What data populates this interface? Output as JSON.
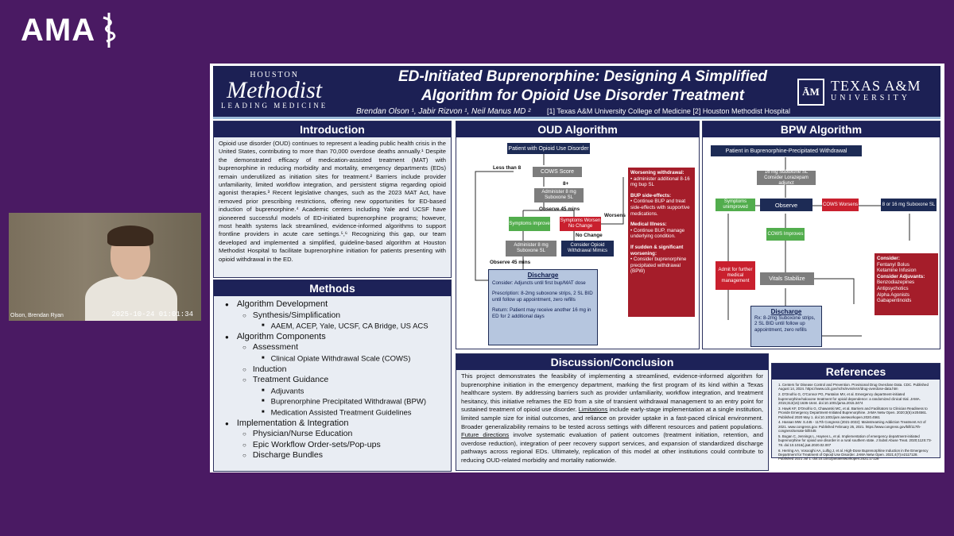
{
  "brand": {
    "logo_text": "AMA"
  },
  "video": {
    "participant": "Olson, Brendan Ryan",
    "timestamp": "2025-10-24 01:01:34"
  },
  "poster": {
    "institution_left": {
      "line1": "HOUSTON",
      "line2": "Methodist",
      "line3": "LEADING MEDICINE"
    },
    "title_line1": "ED-Initiated Buprenorphine: Designing A Simplified",
    "title_line2": "Algorithm for Opioid Use Disorder Treatment",
    "authors": "Brendan Olson ¹, Jabir Rizvon ¹, Neil Manus MD ²",
    "affiliations": "[1] Texas A&M University College of Medicine [2] Houston Methodist Hospital",
    "institution_right": {
      "mark": "ĀM",
      "line1": "TEXAS A&M",
      "line2": "UNIVERSITY"
    }
  },
  "intro": {
    "heading": "Introduction",
    "text": "Opioid use disorder (OUD) continues to represent a leading public health crisis in the United States, contributing to more than 70,000 overdose deaths annually.¹ Despite the demonstrated efficacy of medication-assisted treatment (MAT) with buprenorphine in reducing morbidity and mortality, emergency departments (EDs) remain underutilized as initiation sites for treatment.² Barriers include provider unfamiliarity, limited workflow integration, and persistent stigma regarding opioid agonist therapies.³ Recent legislative changes, such as the 2023 MAT Act, have removed prior prescribing restrictions, offering new opportunities for ED-based induction of buprenorphine.⁴ Academic centers including Yale and UCSF have pioneered successful models of ED-initiated buprenorphine programs; however, most health systems lack streamlined, evidence-informed algorithms to support frontline providers in acute care settings.⁵,⁶ Recognizing this gap, our team developed and implemented a simplified, guideline-based algorithm at Houston Methodist Hospital to facilitate buprenorphine initiation for patients presenting with opioid withdrawal in the ED."
  },
  "methods": {
    "heading": "Methods",
    "items": [
      {
        "lvl": "l1",
        "text": "Algorithm Development"
      },
      {
        "lvl": "l2",
        "text": "Synthesis/Simplification"
      },
      {
        "lvl": "l3",
        "text": "AAEM, ACEP, Yale, UCSF, CA Bridge, US ACS"
      },
      {
        "lvl": "l1",
        "text": "Algorithm Components"
      },
      {
        "lvl": "l2",
        "text": "Assessment"
      },
      {
        "lvl": "l3",
        "text": "Clinical Opiate Withdrawal Scale (COWS)"
      },
      {
        "lvl": "l2",
        "text": "Induction"
      },
      {
        "lvl": "l2",
        "text": "Treatment Guidance"
      },
      {
        "lvl": "l3",
        "text": "Adjuvants"
      },
      {
        "lvl": "l3",
        "text": "Buprenorphine Precipitated Withdrawal (BPW)"
      },
      {
        "lvl": "l3",
        "text": "Medication Assisted Treatment Guidelines"
      },
      {
        "lvl": "l1",
        "text": "Implementation & Integration"
      },
      {
        "lvl": "l2",
        "text": "Physician/Nurse Education"
      },
      {
        "lvl": "l2",
        "text": "Epic Workflow Order-sets/Pop-ups"
      },
      {
        "lvl": "l2",
        "text": "Discharge Bundles"
      }
    ]
  },
  "oud": {
    "heading": "OUD Algorithm",
    "start": "Patient with Opioid Use Disorder",
    "cows": "COWS Score",
    "less8": "Less than 8",
    "eight_plus": "8+",
    "admin8": "Administer 8 mg Suboxone SL",
    "obs45": "Observe 45 mins",
    "improve": "Symptoms improve",
    "worsen": "Symptoms Worsen No Change",
    "worsens": "Worsens",
    "nochange": "No Change",
    "admin8b": "Administer 8 mg Suboxone SL",
    "mimics": "Consider Opioid Withdrawal Mimics",
    "obs45b": "Observe 45 mins",
    "discharge_title": "Discharge",
    "discharge_consider": "Consider: Adjuncts until first bup/MAT dose",
    "discharge_rx": "Prescription: 8-2mg suboxone strips, 2 SL BID until follow up appointment, zero refills",
    "discharge_return": "Return: Patient may receive another 16 mg in ED for 2 additional days",
    "side_worsening_t": "Worsening withdrawal:",
    "side_worsening": "• administer additional 8-16 mg bup SL",
    "side_bup_t": "BUP side-effects:",
    "side_bup": "• Continue BUP and treat side-effects with supportive medications.",
    "side_med_t": "Medical Illness:",
    "side_med": "• Continue BUP, manage underlying condition.",
    "side_sudden_t": "If sudden & significant worsening:",
    "side_sudden": "• Consider buprenorphine precipitated withdrawal (BPW)"
  },
  "bpw": {
    "heading": "BPW Algorithm",
    "start": "Patient in Buprenorphine-Precipitated Withdrawal",
    "step1": "16 mg Suboxone SL Consider Lorazepam adjunct",
    "unimproved": "Symptoms unimproved",
    "observe": "Observe",
    "cows_worsens": "COWS Worsens",
    "more_bup": "8 or 16 mg Suboxone SL",
    "cows_improves": "COWS Improves",
    "admit": "Admit for further medical management",
    "vitals": "Vitals Stabilize",
    "consider_t": "Consider:",
    "consider": [
      "Fentanyl Bolus",
      "Ketamine Infusion"
    ],
    "adjuvants_t": "Consider Adjuvants:",
    "adjuvants": [
      "Benzodiazepines",
      "Antipsychotics",
      "Alpha Agonists",
      "Gabapentinoids"
    ],
    "discharge_title": "Discharge",
    "discharge_rx": "Rx: 8-2mg Suboxone strips, 2 SL BID until follow up appointment, zero refills"
  },
  "discussion": {
    "heading": "Discussion/Conclusion",
    "text_a": "This project demonstrates the feasibility of implementing a streamlined, evidence-informed algorithm for buprenorphine initiation in the emergency department, marking the first program of its kind within a Texas healthcare system. By addressing barriers such as provider unfamiliarity, workflow integration, and treatment hesitancy, this initiative reframes the ED from a site of transient withdrawal management to an entry point for sustained treatment of opioid use disorder. ",
    "lim": "Limitations",
    "text_b": " include early-stage implementation at a single institution, limited sample size for initial outcomes, and reliance on provider uptake in a fast-paced clinical environment. Broader generalizability remains to be tested across settings with different resources and patient populations. ",
    "fut": "Future directions",
    "text_c": " involve systematic evaluation of patient outcomes (treatment initiation, retention, and overdose reduction), integration of peer recovery support services, and expansion of standardized discharge pathways across regional EDs. Ultimately, replication of this model at other institutions could contribute to reducing OUD-related morbidity and mortality nationwide."
  },
  "references": {
    "heading": "References",
    "items": [
      "1. Centers for Disease Control and Prevention. Provisional Drug Overdose Data. CDC. Published August 14, 2024. https://www.cdc.gov/nchs/nvss/vsrr/drug-overdose-data.htm",
      "2. D'Onofrio G, O'Connor PG, Pantalon MV, et al. Emergency department-initiated buprenorphine/naloxone treatment for opioid dependence: a randomized clinical trial. JAMA. 2015;313(16):1636-1644. doi:10.1001/jama.2015.3474",
      "3. Hawk KF, D'Onofrio G, Chawarski MC, et al. Barriers and Facilitators to Clinician Readiness to Provide Emergency Department-Initiated Buprenorphine. JAMA Netw Open. 2020;3(5):e204561. Published 2020 May 1. doi:10.1001/jam anetworkopen.2020.4561",
      "4. Hassan MW. S.445 - 117th Congress (2021-2022): Mainstreaming Addiction Treatment Act of 2021. www.congress.gov. Published February 25, 2021. https://www.congress.gov/bill/117th-congress/senate-bill/445",
      "5. Bogan C, Jennings L, Haynes L, et al. Implementation of emergency department-initiated buprenorphine for opioid use disorder in a rural southern state. J Subst Abuse Treat. 2020;112S:73-78. doi:10.1016/j.jsat.2020.02.007",
      "6. Herring AA, Vosooghi AA, Luftig J, et al. High-Dose Buprenorphine Induction in the Emergency Department for Treatment of Opioid Use Disorder. JAMA Netw Open. 2021;4(7):e2117128. Published 2021 Jul 1. doi:10.1001/jamanetworkopen.2021.17128"
    ]
  }
}
